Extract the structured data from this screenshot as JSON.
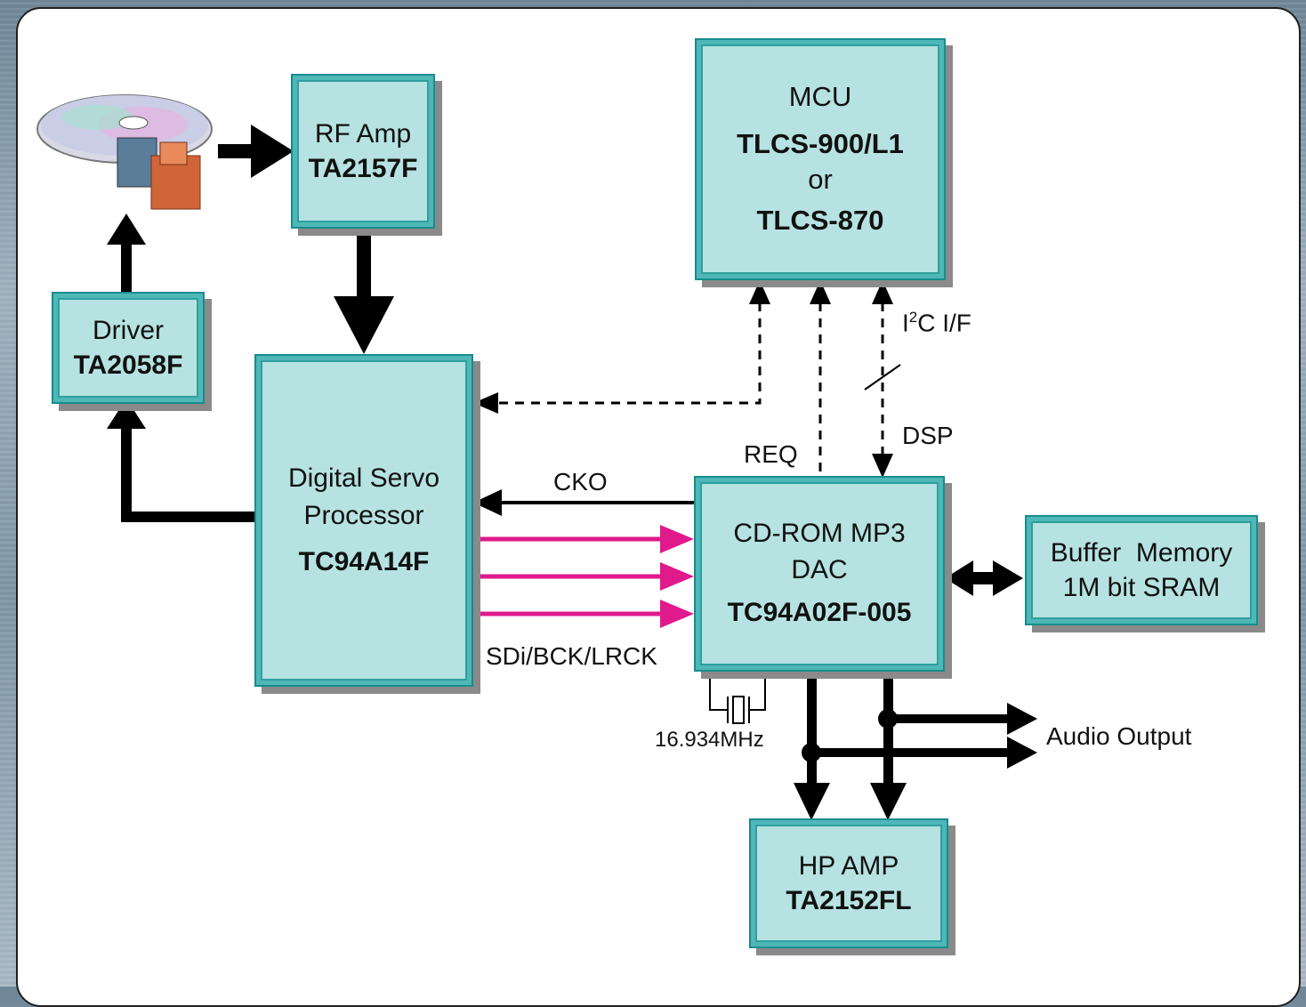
{
  "blocks": {
    "rf_amp": {
      "name": "RF Amp",
      "part": "TA2157F"
    },
    "mcu": {
      "name": "MCU",
      "part1": "TLCS-900/L1",
      "or": "or",
      "part2": "TLCS-870"
    },
    "driver": {
      "name": "Driver",
      "part": "TA2058F"
    },
    "servo": {
      "name1": "Digital Servo",
      "name2": "Processor",
      "part": "TC94A14F"
    },
    "cdrom": {
      "name1": "CD-ROM MP3",
      "name2": "DAC",
      "part": "TC94A02F-005"
    },
    "buffer": {
      "name1": "Buffer  Memory",
      "name2": "1M bit SRAM"
    },
    "hp_amp": {
      "name": "HP AMP",
      "part": "TA2152FL"
    }
  },
  "labels": {
    "i2c_prefix": "I",
    "i2c_sup": "2",
    "i2c_suffix": "C I/F",
    "dsp": "DSP",
    "req": "REQ",
    "cko": "CKO",
    "serial": "SDi/BCK/LRCK",
    "crystal": "16.934MHz",
    "audio_output": "Audio Output"
  },
  "colors": {
    "block_fill": "#b6e2e2",
    "block_border": "#178c8c",
    "audio_bus": "#e0198c",
    "wire": "#000000"
  }
}
